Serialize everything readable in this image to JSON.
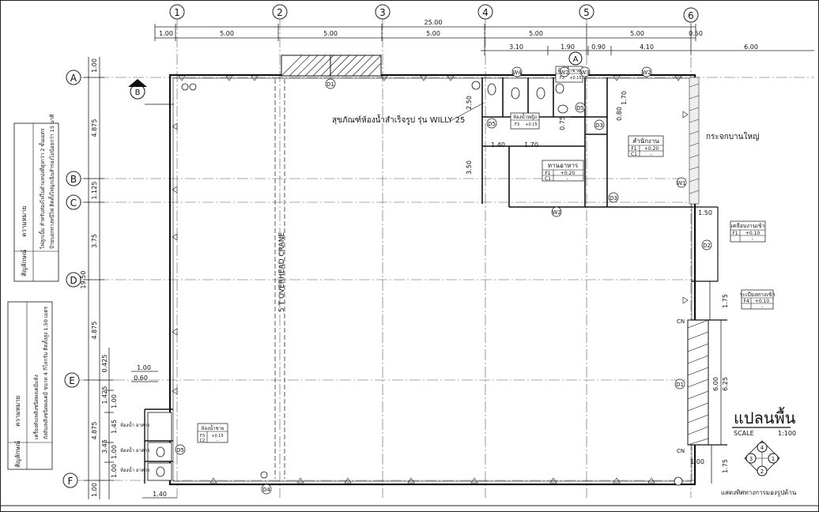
{
  "drawing": {
    "title": "แปลนพื้น",
    "scale_label": "SCALE",
    "scale_value": "1:100",
    "key_caption": "แสดงทิศทางการมองรูปด้าน",
    "key_numbers": [
      "4",
      "3",
      "1",
      "2"
    ]
  },
  "grid": {
    "columns": [
      "1",
      "2",
      "3",
      "4",
      "5",
      "6"
    ],
    "rows": [
      "A",
      "B",
      "C",
      "D",
      "E",
      "F"
    ]
  },
  "dimensions": {
    "top_overall": "25.00",
    "top_segments": [
      "1.00",
      "5.00",
      "5.00",
      "5.00",
      "5.00",
      "5.00",
      "0.50"
    ],
    "top_sub": [
      "3.10",
      "1.90",
      "0.90",
      "4.10",
      "6.00"
    ],
    "left_overall": "19.50",
    "left_segments": [
      "1.00",
      "4.875",
      "1.125",
      "3.75",
      "4.875",
      "4.875",
      "1.00"
    ],
    "left_detail": [
      "0.425",
      "1.425",
      "1.00",
      "1.45",
      "3.45",
      "1.00",
      "1.00"
    ],
    "lower_left": [
      "1.00",
      "0.60",
      "1.40"
    ],
    "right": [
      "1.50",
      "1.75",
      "6.00",
      "6.25",
      "1.00",
      "1.75"
    ],
    "office_block": [
      "2.50",
      "3.50",
      "1.40",
      "1.70",
      "1.70",
      "0.80",
      "0.75"
    ]
  },
  "labels": {
    "crane": "5 T OVERHEAD CRANE",
    "toilet_note": "สุขภัณฑ์ห้องน้ำสำเร็จรูป รุ่น WILLY 25",
    "glass_wall": "กระจกบานใหญ่",
    "section_a": "A",
    "section_b": "B",
    "markers": [
      "D1",
      "D1",
      "D2",
      "D3",
      "D3",
      "D4",
      "D5",
      "D5",
      "D5",
      "W1",
      "W2",
      "W2",
      "W2",
      "W3",
      "W4",
      "CN",
      "CN"
    ]
  },
  "rooms": [
    {
      "name": "สำนักงาน",
      "rows": [
        [
          "F1",
          "+0.20"
        ],
        [
          "C1",
          "-"
        ]
      ]
    },
    {
      "name": "ทานอาหาร",
      "rows": [
        [
          "F1",
          "+0.20"
        ],
        [
          "C1",
          "-"
        ]
      ]
    },
    {
      "name": "ห้องน้ำหญิง",
      "rows": [
        [
          "F3",
          "+0.15"
        ],
        [
          "C2",
          "-"
        ]
      ]
    },
    {
      "name": "ห้องน้ำชาย",
      "rows": [
        [
          "F3",
          "+0.15"
        ],
        [
          "C2",
          "-"
        ]
      ]
    },
    {
      "name": "เคลือบงานเข้า",
      "rows": [
        [
          "F1",
          "+0.10"
        ],
        [
          "",
          "-"
        ]
      ]
    },
    {
      "name": "ระเบียงทางเข้า",
      "rows": [
        [
          "F4",
          "+0.10"
        ],
        [
          "",
          "-"
        ]
      ]
    },
    {
      "name": "ห้องน้ำชาย",
      "rows": [
        [
          "F3",
          "+0.15"
        ],
        [
          "C2",
          "-"
        ]
      ]
    }
  ],
  "toilet_labels": [
    "ห้องน้ำ อาคาร",
    "ห้องน้ำ อาคาร",
    "ห้องน้ำ อาคาร"
  ],
  "legend_upper": {
    "header_symbol": "สัญลักษณ์",
    "header_meaning": "ความหมาย",
    "rows": [
      "ไฟลูกเบิ้ม สำหรับส่องไฟในตำแหน่งที่สูงกว่า 2 ชั้นเมตร",
      "ป้ายบอกทางหนีไฟ ติดตั้งไฟฉุกเฉินสำรองไม่น้อยกว่า 15 นาที"
    ]
  },
  "legend_lower": {
    "header_symbol": "สัญลักษณ์",
    "header_meaning": "ความหมาย",
    "rows": [
      "เครื่องดับเพลิงชนิดผงเคมีแห้ง",
      "ถังดับเพลิงชนิดผงเคมี ขนาด 4 กิโลกรัม ติดตั้งสูง 1.50 เมตร"
    ]
  }
}
